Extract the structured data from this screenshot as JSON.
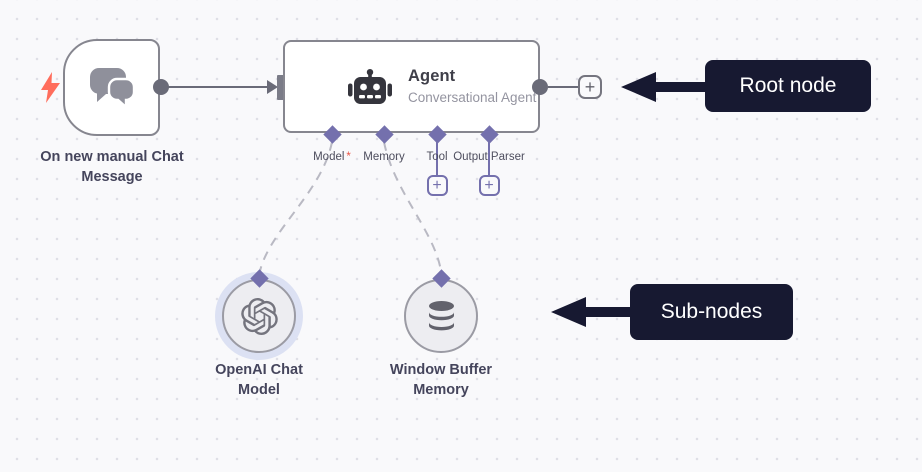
{
  "ui": {
    "add_label": "+"
  },
  "colors": {
    "canvas_bg": "#f9f9fb",
    "canvas_dot": "#dfdfe6",
    "node_border": "#86868f",
    "connection_gray": "#6a6b78",
    "port_accent_purple": "#7470ad",
    "dashed_connection": "#b9b9c3",
    "trigger_bolt_red": "#ff6d5c",
    "required_asterisk_red": "#ea5444",
    "subnode_fill": "#ededf1",
    "subnode_halo": "#dce1f3",
    "annotation_bg": "#171931",
    "annotation_text": "#ffffff"
  },
  "icons": {
    "trigger": "lightning-bolt-icon",
    "trigger_node": "chat-bubbles-icon",
    "agent": "robot-icon",
    "openai": "openai-logo-icon",
    "memory": "database-icon",
    "add": "plus-icon",
    "annotation_arrow": "arrow-left-icon"
  },
  "trigger_node": {
    "label": "On new manual Chat Message"
  },
  "agent_node": {
    "title": "Agent",
    "subtitle": "Conversational Agent",
    "ports": {
      "model": {
        "label": "Model",
        "required_marker": "*"
      },
      "memory": {
        "label": "Memory"
      },
      "tool": {
        "label": "Tool"
      },
      "output_parser": {
        "label": "Output Parser"
      }
    }
  },
  "sub_nodes": [
    {
      "label": "OpenAI Chat Model",
      "icon": "openai-logo-icon",
      "highlighted": true
    },
    {
      "label": "Window Buffer Memory",
      "icon": "database-icon",
      "highlighted": false
    }
  ],
  "annotations": [
    {
      "label": "Root node"
    },
    {
      "label": "Sub-nodes"
    }
  ]
}
